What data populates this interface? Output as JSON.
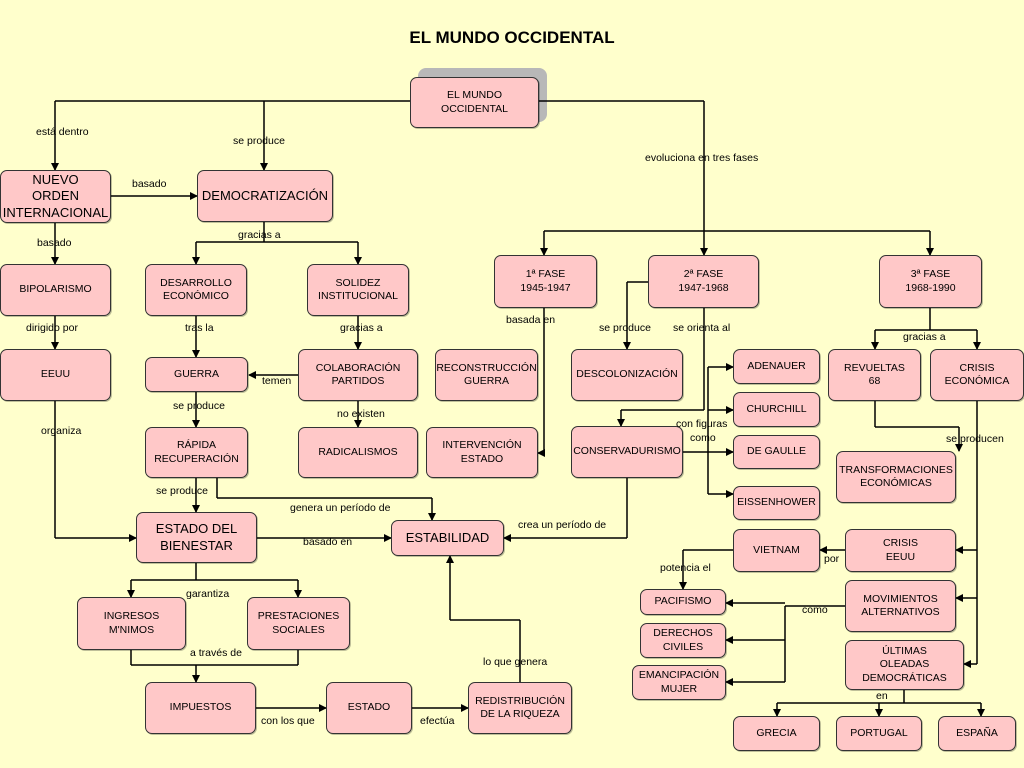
{
  "title": "EL MUNDO OCCIDENTAL",
  "nodes": [
    {
      "id": "root",
      "text": "EL MUNDO\nOCCIDENTAL"
    },
    {
      "id": "nuevo",
      "text": "NUEVO\nORDEN\nINTERNACIONAL"
    },
    {
      "id": "democ",
      "text": "DEMOCRATIZACIÓN"
    },
    {
      "id": "bipol",
      "text": "BIPOLARISMO"
    },
    {
      "id": "desarr",
      "text": "DESARROLLO\nECONÓMICO"
    },
    {
      "id": "solidez",
      "text": "SOLIDEZ\nINSTITUCIONAL"
    },
    {
      "id": "fase1",
      "text": "1ª FASE\n1945-1947"
    },
    {
      "id": "fase2",
      "text": "2ª FASE\n1947-1968"
    },
    {
      "id": "fase3",
      "text": "3ª FASE\n1968-1990"
    },
    {
      "id": "eeuu",
      "text": "EEUU"
    },
    {
      "id": "guerra",
      "text": "GUERRA"
    },
    {
      "id": "colab",
      "text": "COLABORACIÓN\nPARTIDOS"
    },
    {
      "id": "recons",
      "text": "RECONSTRUCCIÓN\nGUERRA"
    },
    {
      "id": "descol",
      "text": "DESCOLONIZACIÓN"
    },
    {
      "id": "adenauer",
      "text": "ADENAUER"
    },
    {
      "id": "revueltas",
      "text": "REVUELTAS\n68"
    },
    {
      "id": "crisisecon",
      "text": "CRISIS\nECONÓMICA"
    },
    {
      "id": "churchill",
      "text": "CHURCHILL"
    },
    {
      "id": "rapida",
      "text": "RÁPIDA\nRECUPERACIÓN"
    },
    {
      "id": "radical",
      "text": "RADICALISMOS"
    },
    {
      "id": "interv",
      "text": "INTERVENCIÓN\nESTADO"
    },
    {
      "id": "conserv",
      "text": "CONSERVADURISMO"
    },
    {
      "id": "degaulle",
      "text": "DE GAULLE"
    },
    {
      "id": "transf",
      "text": "TRANSFORMACIONES\nECONÓMICAS"
    },
    {
      "id": "eissen",
      "text": "EISSENHOWER"
    },
    {
      "id": "bienestar",
      "text": "ESTADO DEL\nBIENESTAR"
    },
    {
      "id": "estab",
      "text": "ESTABILIDAD"
    },
    {
      "id": "vietnam",
      "text": "VIETNAM"
    },
    {
      "id": "crisiseeuu",
      "text": "CRISIS\nEEUU"
    },
    {
      "id": "ingresos",
      "text": "INGRESOS\nM'NIMOS"
    },
    {
      "id": "prestac",
      "text": "PRESTACIONES\nSOCIALES"
    },
    {
      "id": "pacif",
      "text": "PACIFISMO"
    },
    {
      "id": "movim",
      "text": "MOVIMIENTOS\nALTERNATIVOS"
    },
    {
      "id": "derechos",
      "text": "DERECHOS\nCIVILES"
    },
    {
      "id": "ultimas",
      "text": "ÚLTIMAS\nOLEADAS\nDEMOCRÁTICAS"
    },
    {
      "id": "emancip",
      "text": "EMANCIPACIÓN\nMUJER"
    },
    {
      "id": "impuestos",
      "text": "IMPUESTOS"
    },
    {
      "id": "estado",
      "text": "ESTADO"
    },
    {
      "id": "redist",
      "text": "REDISTRIBUCIÓN\nDE LA RIQUEZA"
    },
    {
      "id": "grecia",
      "text": "GRECIA"
    },
    {
      "id": "portugal",
      "text": "PORTUGAL"
    },
    {
      "id": "espana",
      "text": "ESPAÑA"
    }
  ],
  "labels": [
    {
      "id": "l1",
      "text": "está dentro"
    },
    {
      "id": "l2",
      "text": "se produce"
    },
    {
      "id": "l3",
      "text": "evoluciona en tres fases"
    },
    {
      "id": "l4",
      "text": "basado"
    },
    {
      "id": "l5",
      "text": "basado"
    },
    {
      "id": "l6",
      "text": "gracias a"
    },
    {
      "id": "l7",
      "text": "dirigido por"
    },
    {
      "id": "l8",
      "text": "tras la"
    },
    {
      "id": "l9",
      "text": "gracias a"
    },
    {
      "id": "l10",
      "text": "basada en"
    },
    {
      "id": "l11",
      "text": "se produce"
    },
    {
      "id": "l12",
      "text": "se orienta al"
    },
    {
      "id": "l13",
      "text": "gracias a"
    },
    {
      "id": "l14",
      "text": "temen"
    },
    {
      "id": "l15",
      "text": "se produce"
    },
    {
      "id": "l16",
      "text": "no existen"
    },
    {
      "id": "l17",
      "text": "organiza"
    },
    {
      "id": "l18",
      "text": "con figuras"
    },
    {
      "id": "l19",
      "text": "como"
    },
    {
      "id": "l20",
      "text": "se producen"
    },
    {
      "id": "l21",
      "text": "se produce"
    },
    {
      "id": "l22",
      "text": "genera un período de"
    },
    {
      "id": "l23",
      "text": "basado en"
    },
    {
      "id": "l24",
      "text": "crea  un período de"
    },
    {
      "id": "l25",
      "text": "por"
    },
    {
      "id": "l26",
      "text": "potencia el"
    },
    {
      "id": "l27",
      "text": "garantiza"
    },
    {
      "id": "l28",
      "text": "como"
    },
    {
      "id": "l29",
      "text": "a través de"
    },
    {
      "id": "l30",
      "text": "lo que genera"
    },
    {
      "id": "l31",
      "text": "en"
    },
    {
      "id": "l32",
      "text": "con los que"
    },
    {
      "id": "l33",
      "text": "efectúa"
    }
  ]
}
